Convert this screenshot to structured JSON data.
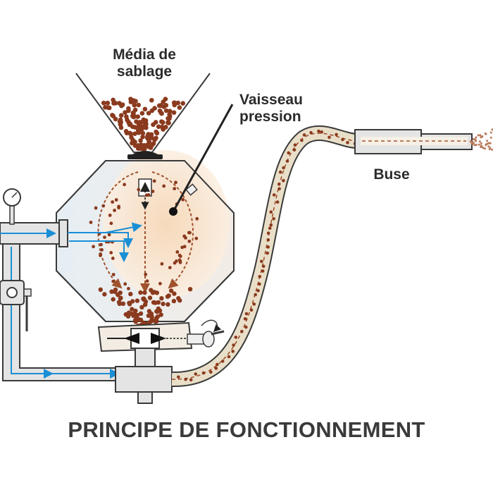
{
  "labels": {
    "media_line1": "Média de",
    "media_line2": "sablage",
    "vessel_line1": "Vaisseau",
    "vessel_line2": "pression",
    "nozzle": "Buse"
  },
  "title": "PRINCIPE DE FONCTIONNEMENT",
  "colors": {
    "steel": "#e4e4e4",
    "outline": "#3a3a3a",
    "grit": "#8a3a1e",
    "air": "#1a8fd6",
    "hose": "#e9dfc9",
    "pressure_glow": "#f7d8b8",
    "media_flow": "#a0522d"
  },
  "icons": [
    "pressure-gauge-icon",
    "ball-valve-icon",
    "rotation-arrow-icon"
  ]
}
